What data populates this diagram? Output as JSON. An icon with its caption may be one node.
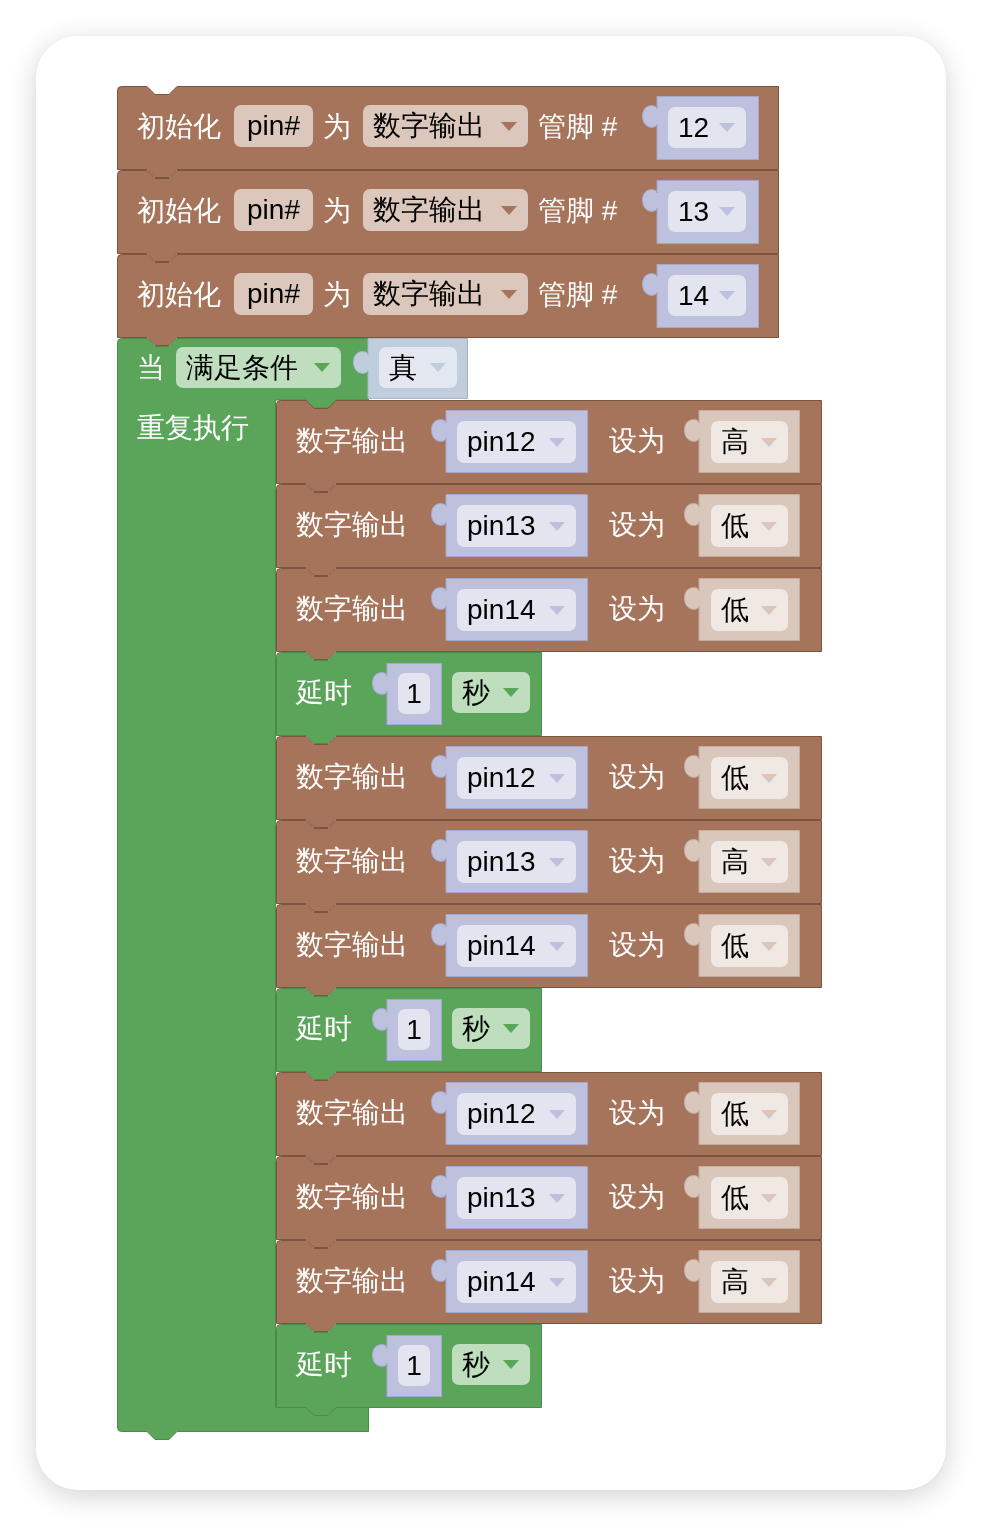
{
  "diagram": {
    "nodes": [
      {
        "text": [
          "初始化",
          "为",
          "管脚 #"
        ]
      },
      {
        "text": [
          "pin#"
        ],
        "in": 0
      },
      {
        "text": [
          "数字输出"
        ],
        "in": 0
      },
      {
        "text": [
          "12"
        ],
        "in": 0
      },
      {
        "text": [
          "初始化",
          "为",
          "管脚 #"
        ]
      },
      {
        "text": [
          "pin#"
        ],
        "in": 4
      },
      {
        "text": [
          "数字输出"
        ],
        "in": 4
      },
      {
        "text": [
          "13"
        ],
        "in": 4
      },
      {
        "text": [
          "初始化",
          "为",
          "管脚 #"
        ]
      },
      {
        "text": [
          "pin#"
        ],
        "in": 8
      },
      {
        "text": [
          "数字输出"
        ],
        "in": 8
      },
      {
        "text": [
          "14"
        ],
        "in": 8
      },
      {
        "text": [
          "当",
          "重复执行"
        ]
      },
      {
        "text": [
          "满足条件"
        ],
        "in": 12
      },
      {
        "text": [
          "真"
        ]
      },
      {
        "text": [
          "数字输出",
          "设为"
        ]
      },
      {
        "text": [
          "pin12"
        ],
        "in": 15
      },
      {
        "text": [
          "高"
        ],
        "in": 15
      },
      {
        "text": [
          "数字输出",
          "设为"
        ]
      },
      {
        "text": [
          "pin13"
        ],
        "in": 18
      },
      {
        "text": [
          "低"
        ],
        "in": 18
      },
      {
        "text": [
          "数字输出",
          "设为"
        ]
      },
      {
        "text": [
          "pin14"
        ],
        "in": 21
      },
      {
        "text": [
          "低"
        ],
        "in": 21
      },
      {
        "text": [
          "延时"
        ]
      },
      {
        "text": [
          "1"
        ],
        "in": 24
      },
      {
        "text": [
          "秒"
        ],
        "in": 24
      },
      {
        "text": [
          "数字输出",
          "设为"
        ]
      },
      {
        "text": [
          "pin12"
        ],
        "in": 27
      },
      {
        "text": [
          "低"
        ],
        "in": 27
      },
      {
        "text": [
          "数字输出",
          "设为"
        ]
      },
      {
        "text": [
          "pin13"
        ],
        "in": 30
      },
      {
        "text": [
          "高"
        ],
        "in": 30
      },
      {
        "text": [
          "数字输出",
          "设为"
        ]
      },
      {
        "text": [
          "pin14"
        ],
        "in": 33
      },
      {
        "text": [
          "低"
        ],
        "in": 33
      },
      {
        "text": [
          "延时"
        ]
      },
      {
        "text": [
          "1"
        ],
        "in": 36
      },
      {
        "text": [
          "秒"
        ],
        "in": 36
      },
      {
        "text": [
          "数字输出",
          "设为"
        ]
      },
      {
        "text": [
          "pin12"
        ],
        "in": 39
      },
      {
        "text": [
          "低"
        ],
        "in": 39
      },
      {
        "text": [
          "数字输出",
          "设为"
        ]
      },
      {
        "text": [
          "pin13"
        ],
        "in": 42
      },
      {
        "text": [
          "低"
        ],
        "in": 42
      },
      {
        "text": [
          "数字输出",
          "设为"
        ]
      },
      {
        "text": [
          "pin14"
        ],
        "in": 45
      },
      {
        "text": [
          "高"
        ],
        "in": 45
      },
      {
        "text": [
          "延时"
        ]
      },
      {
        "text": [
          "1"
        ],
        "in": 48
      },
      {
        "text": [
          "秒"
        ],
        "in": 48
      }
    ]
  }
}
